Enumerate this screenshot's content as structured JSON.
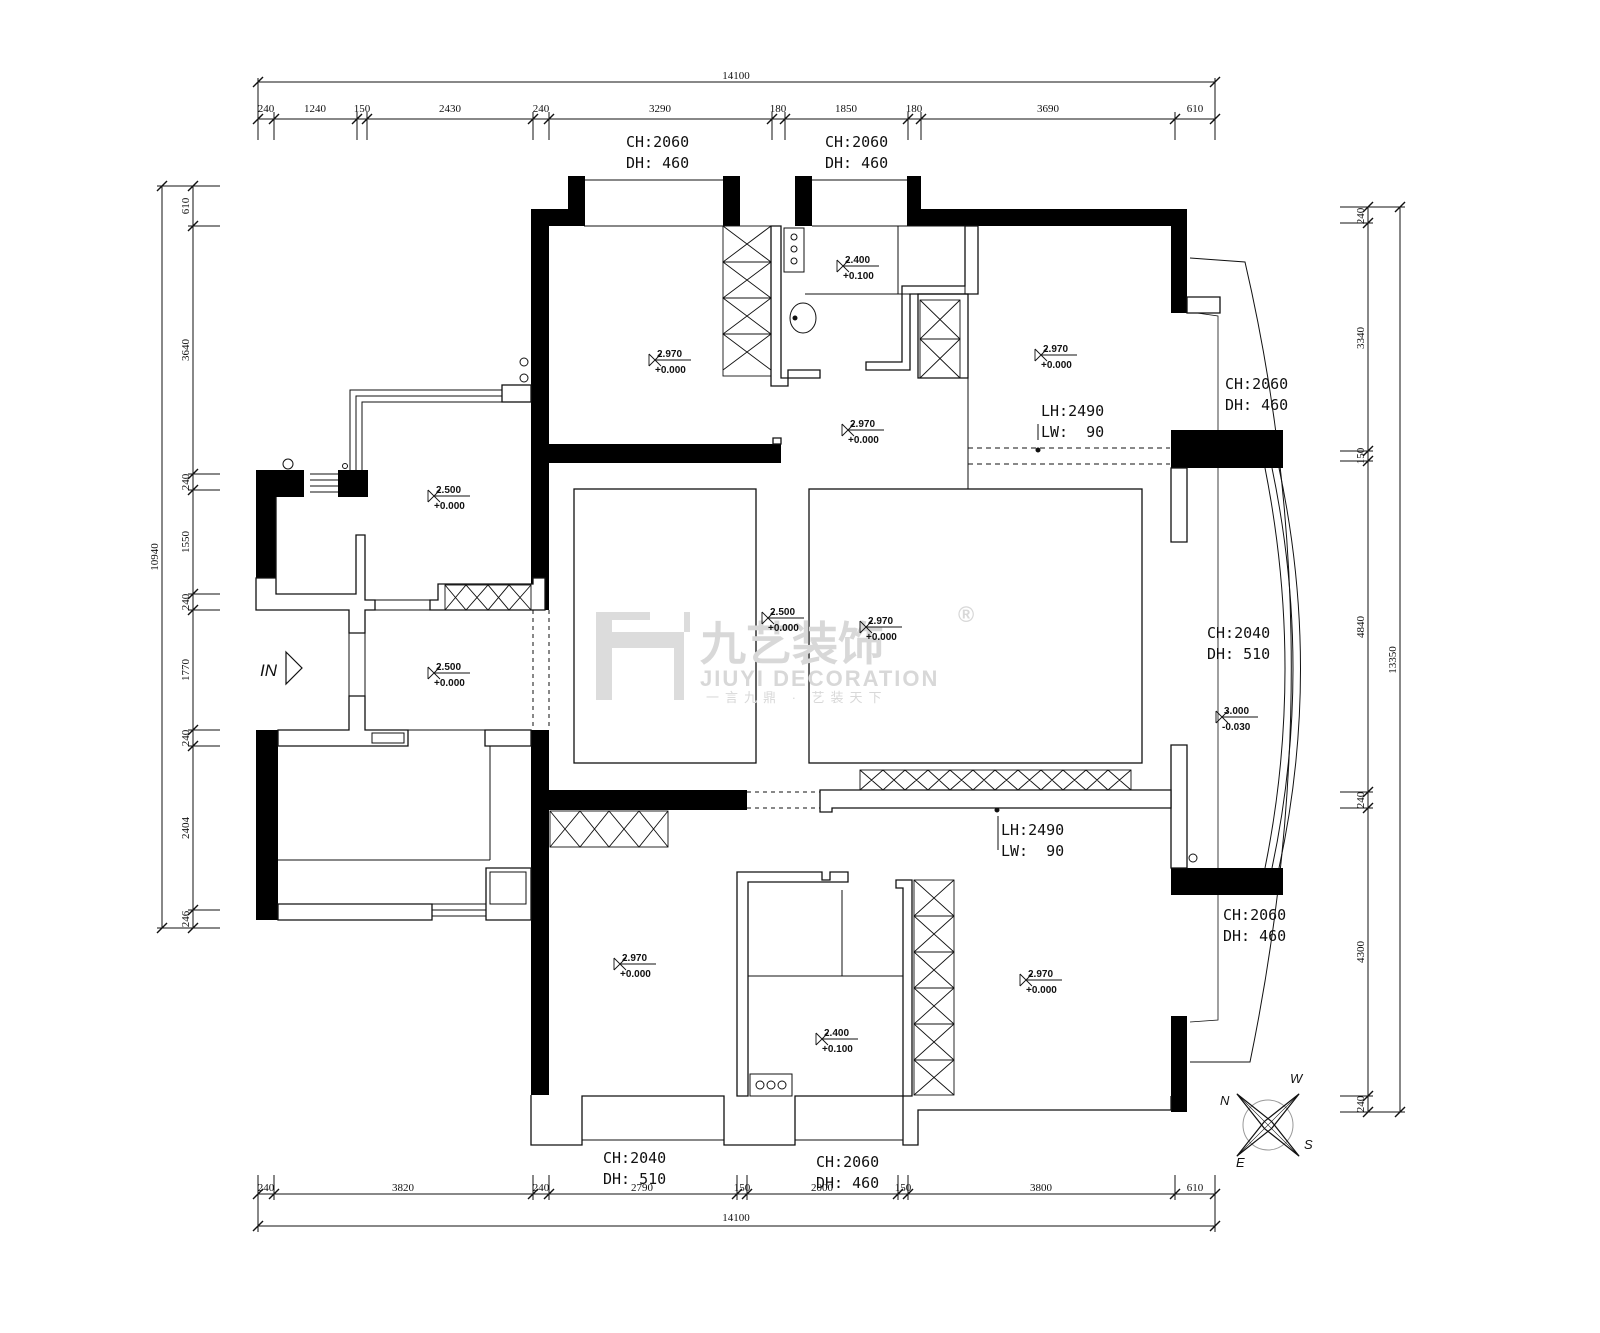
{
  "dims": {
    "top_total": "14100",
    "top": [
      "240",
      "1240",
      "150",
      "2430",
      "240",
      "3290",
      "180",
      "1850",
      "180",
      "3690",
      "610"
    ],
    "bottom_total": "14100",
    "bottom": [
      "240",
      "3820",
      "240",
      "2790",
      "150",
      "2000",
      "150",
      "3800",
      "610"
    ],
    "left_total": "10940",
    "left": [
      "610",
      "3640",
      "240",
      "1550",
      "240",
      "1770",
      "240",
      "2404",
      "246"
    ],
    "right_total": "13350",
    "right": [
      "240",
      "3340",
      "150",
      "4840",
      "240",
      "4300",
      "240"
    ]
  },
  "window_notes": [
    {
      "ch": "CH:2060",
      "dh": "DH: 460"
    },
    {
      "ch": "CH:2060",
      "dh": "DH: 460"
    },
    {
      "ch": "CH:2060",
      "dh": "DH: 460"
    },
    {
      "ch": "CH:2040",
      "dh": "DH: 510"
    },
    {
      "ch": "CH:2060",
      "dh": "DH: 460"
    },
    {
      "ch": "CH:2040",
      "dh": "DH: 510"
    },
    {
      "ch": "CH:2060",
      "dh": "DH: 460"
    }
  ],
  "light_notes": [
    {
      "lh": "LH:2490",
      "lw": "LW:  90"
    },
    {
      "lh": "LH:2490",
      "lw": "LW:  90"
    }
  ],
  "levels": [
    {
      "h": "2.970",
      "f": "+0.000"
    },
    {
      "h": "2.400",
      "f": "+0.100"
    },
    {
      "h": "2.970",
      "f": "+0.000"
    },
    {
      "h": "2.500",
      "f": "+0.000"
    },
    {
      "h": "2.970",
      "f": "+0.000"
    },
    {
      "h": "2.500",
      "f": "+0.000"
    },
    {
      "h": "2.970",
      "f": "+0.000"
    },
    {
      "h": "2.500",
      "f": "+0.000"
    },
    {
      "h": "3.000",
      "f": "-0.030"
    },
    {
      "h": "2.970",
      "f": "+0.000"
    },
    {
      "h": "2.400",
      "f": "+0.100"
    },
    {
      "h": "2.970",
      "f": "+0.000"
    }
  ],
  "entry_label": "IN",
  "watermark": {
    "brand": "九艺装饰",
    "latin": "JIUYI DECORATION",
    "slogan": "一言九鼎 · 艺装天下",
    "registered": "®"
  },
  "compass": {
    "w": "W",
    "s": "S",
    "e": "E",
    "n": "N"
  }
}
